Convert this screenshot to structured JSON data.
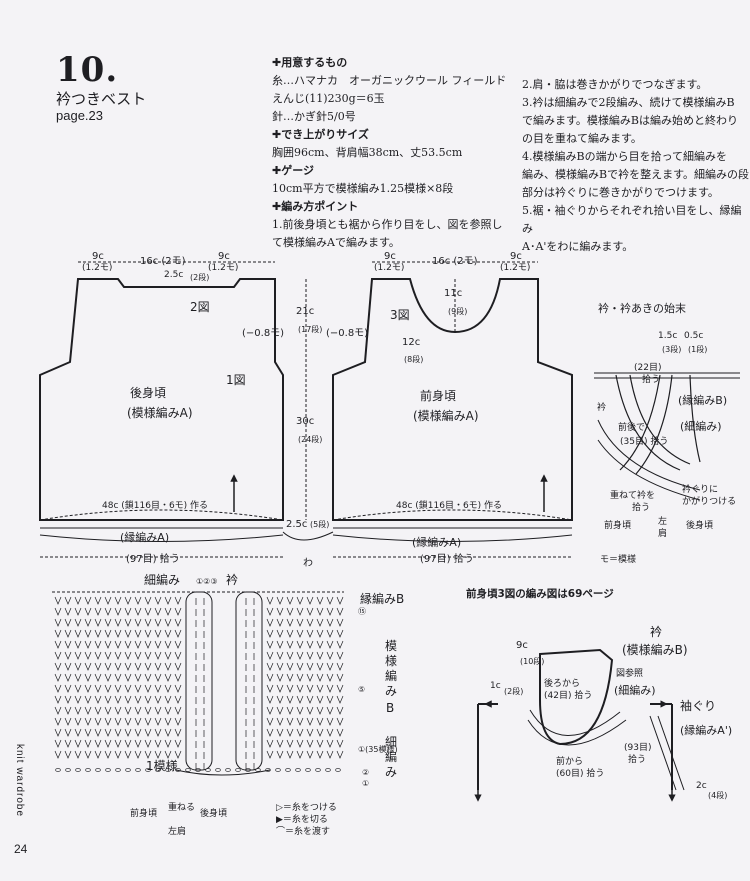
{
  "header": {
    "number": "10.",
    "title": "衿つきベスト",
    "page_ref": "page.23"
  },
  "materials": {
    "h1": "✚用意するもの",
    "l1": "糸…ハマナカ　オーガニックウール フィールド",
    "l2": "えんじ(11)230g＝6玉",
    "l3": "針…かぎ針5/0号",
    "h2": "✚でき上がりサイズ",
    "l4": "胸囲96cm、背肩幅38cm、丈53.5cm",
    "h3": "✚ゲージ",
    "l5": "10cm平方で模様編み1.25模様×8段",
    "h4": "✚編み方ポイント",
    "l6": "1.前後身頃とも裾から作り目をし、図を参照し",
    "l7": "て模様編みAで編みます。"
  },
  "steps": {
    "s1": "2.肩・脇は巻きかがりでつなぎます。",
    "s2": "3.衿は細編みで2段編み、続けて模様編みB",
    "s3": "で編みます。模様編みBは編み始めと終わり",
    "s4": "の目を重ねて編みます。",
    "s5": "4.模様編みBの端から目を拾って細編みを",
    "s6": "編み、模様編みBで衿を整えます。細編みの段",
    "s7": "部分は衿ぐりに巻きかがりでつけます。",
    "s8": "5.裾・袖ぐりからそれぞれ拾い目をし、縁編み",
    "s9": "A･A'をわに編みます。"
  },
  "back": {
    "shoulder_l": "9c",
    "shoulder_l_st": "(1.2モ)",
    "neck": "16c (2モ)",
    "shoulder_r": "9c",
    "shoulder_r_st": "(1.2モ)",
    "neck_depth": "2.5c",
    "neck_rows": "(2段)",
    "fig2": "2図",
    "armhole_dec": "(−0.8モ)",
    "fig1": "1図",
    "name": "後身頃",
    "pattern": "(模様編みA)",
    "hem": "48c (鎖116目・6モ) 作る",
    "edging": "(縁編みA)",
    "pickup": "(97目) 拾う"
  },
  "middle": {
    "armhole_h": "21c",
    "armhole_rows": "(17段)",
    "body_h": "30c",
    "body_rows": "(24段)",
    "hem_h": "2.5c",
    "hem_rows": "(5段)",
    "round": "わ"
  },
  "front": {
    "shoulder_l": "9c",
    "shoulder_l_st": "(1.2モ)",
    "neck": "16c (2モ)",
    "shoulder_r": "9c",
    "shoulder_r_st": "(1.2モ)",
    "fig3": "3図",
    "neck_w": "11c",
    "neck_w_rows": "(9段)",
    "neck_h": "12c",
    "neck_h_rows": "(8段)",
    "armhole_dec": "(−0.8モ)",
    "name": "前身頃",
    "pattern": "(模様編みA)",
    "hem": "48c (鎖116目・6モ) 作る",
    "edging": "(縁編みA)",
    "pickup": "(97目) 拾う"
  },
  "collar_finish": {
    "title": "衿・衿あきの始末",
    "d1": "1.5c",
    "d1_rows": "(3段)",
    "d2": "0.5c",
    "d2_rows": "(1段)",
    "pick22": "(22目)",
    "pick22b": "拾う",
    "collar": "衿",
    "border_b": "(縁編みB)",
    "front_neck": "前後で",
    "pick35": "(35目) 拾う",
    "sc": "(細編み)",
    "overlap": "重ねて衿を",
    "overlap2": "拾う",
    "whip": "衿ぐりに",
    "whip2": "かがりつける",
    "front": "前身頃",
    "left": "左",
    "left2": "肩",
    "back": "後身頃"
  },
  "legend_mo": "モ＝模様",
  "ref_69": "前身頃3図の編み図は69ページ",
  "chart": {
    "sc_label": "細編み",
    "circled": "①②③",
    "collar_label": "衿",
    "border_b": "縁編みB",
    "r15": "⑮",
    "pattern_b": "模様編みB",
    "r5": "⑤",
    "r1": "①(35模様)",
    "sc_v": "細編み",
    "r2": "②",
    "r1b": "①",
    "one_rep": "1模様",
    "front": "前身頃",
    "overlap": "重ねる",
    "back": "後身頃",
    "left": "左肩",
    "leg1": "▷＝糸をつける",
    "leg2": "▶＝糸を切る",
    "leg3": "⌒＝糸を渡す"
  },
  "fig3_detail": {
    "collar": "衿",
    "border_b": "(模様編みB)",
    "w9": "9c",
    "w9_rows": "(10段)",
    "ref": "図参照",
    "from_back": "後ろから",
    "pick42": "(42目) 拾う",
    "sc": "(細編み)",
    "h1": "1c",
    "h1_rows": "(2段)",
    "armhole": "袖ぐり",
    "edging": "(縁編みA')",
    "pick93": "(93目)",
    "pick93b": "拾う",
    "from_front": "前から",
    "pick60": "(60目) 拾う",
    "h2": "2c",
    "h2_rows": "(4段)"
  },
  "side": {
    "tag": "knit wardrobe",
    "page": "24"
  }
}
